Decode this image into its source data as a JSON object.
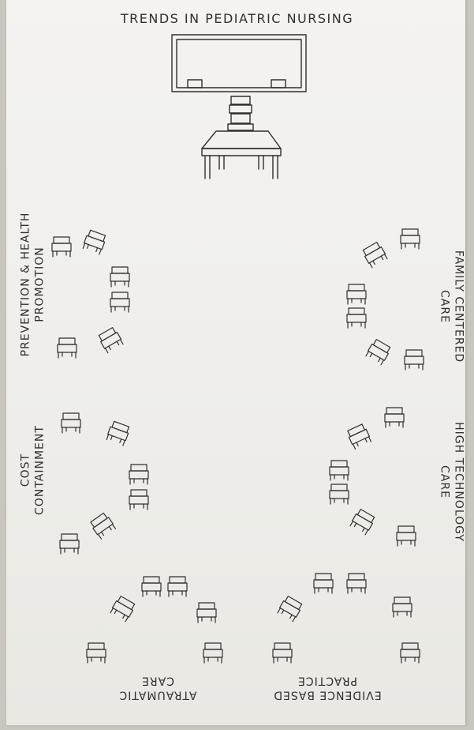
{
  "title": "TRENDS IN PEDIATRIC NURSING",
  "groups": {
    "prevention": {
      "line1": "PREVENTION & HEALTH",
      "line2": "PROMOTION"
    },
    "cost": {
      "line1": "COST",
      "line2": "CONTAINMENT"
    },
    "family": {
      "line1": "FAMILY CENTERED",
      "line2": "CARE"
    },
    "hightech": {
      "line1": "HIGH TECHNOLOGY",
      "line2": "CARE"
    },
    "atraumatic": {
      "line1": "ATRAUMATIC",
      "line2": "CARE"
    },
    "evidence": {
      "line1": "EVIDENCE BASED",
      "line2": "PRACTICE"
    }
  },
  "colors": {
    "ink": "#2f2f2f",
    "paper": "#f1f0ec"
  }
}
